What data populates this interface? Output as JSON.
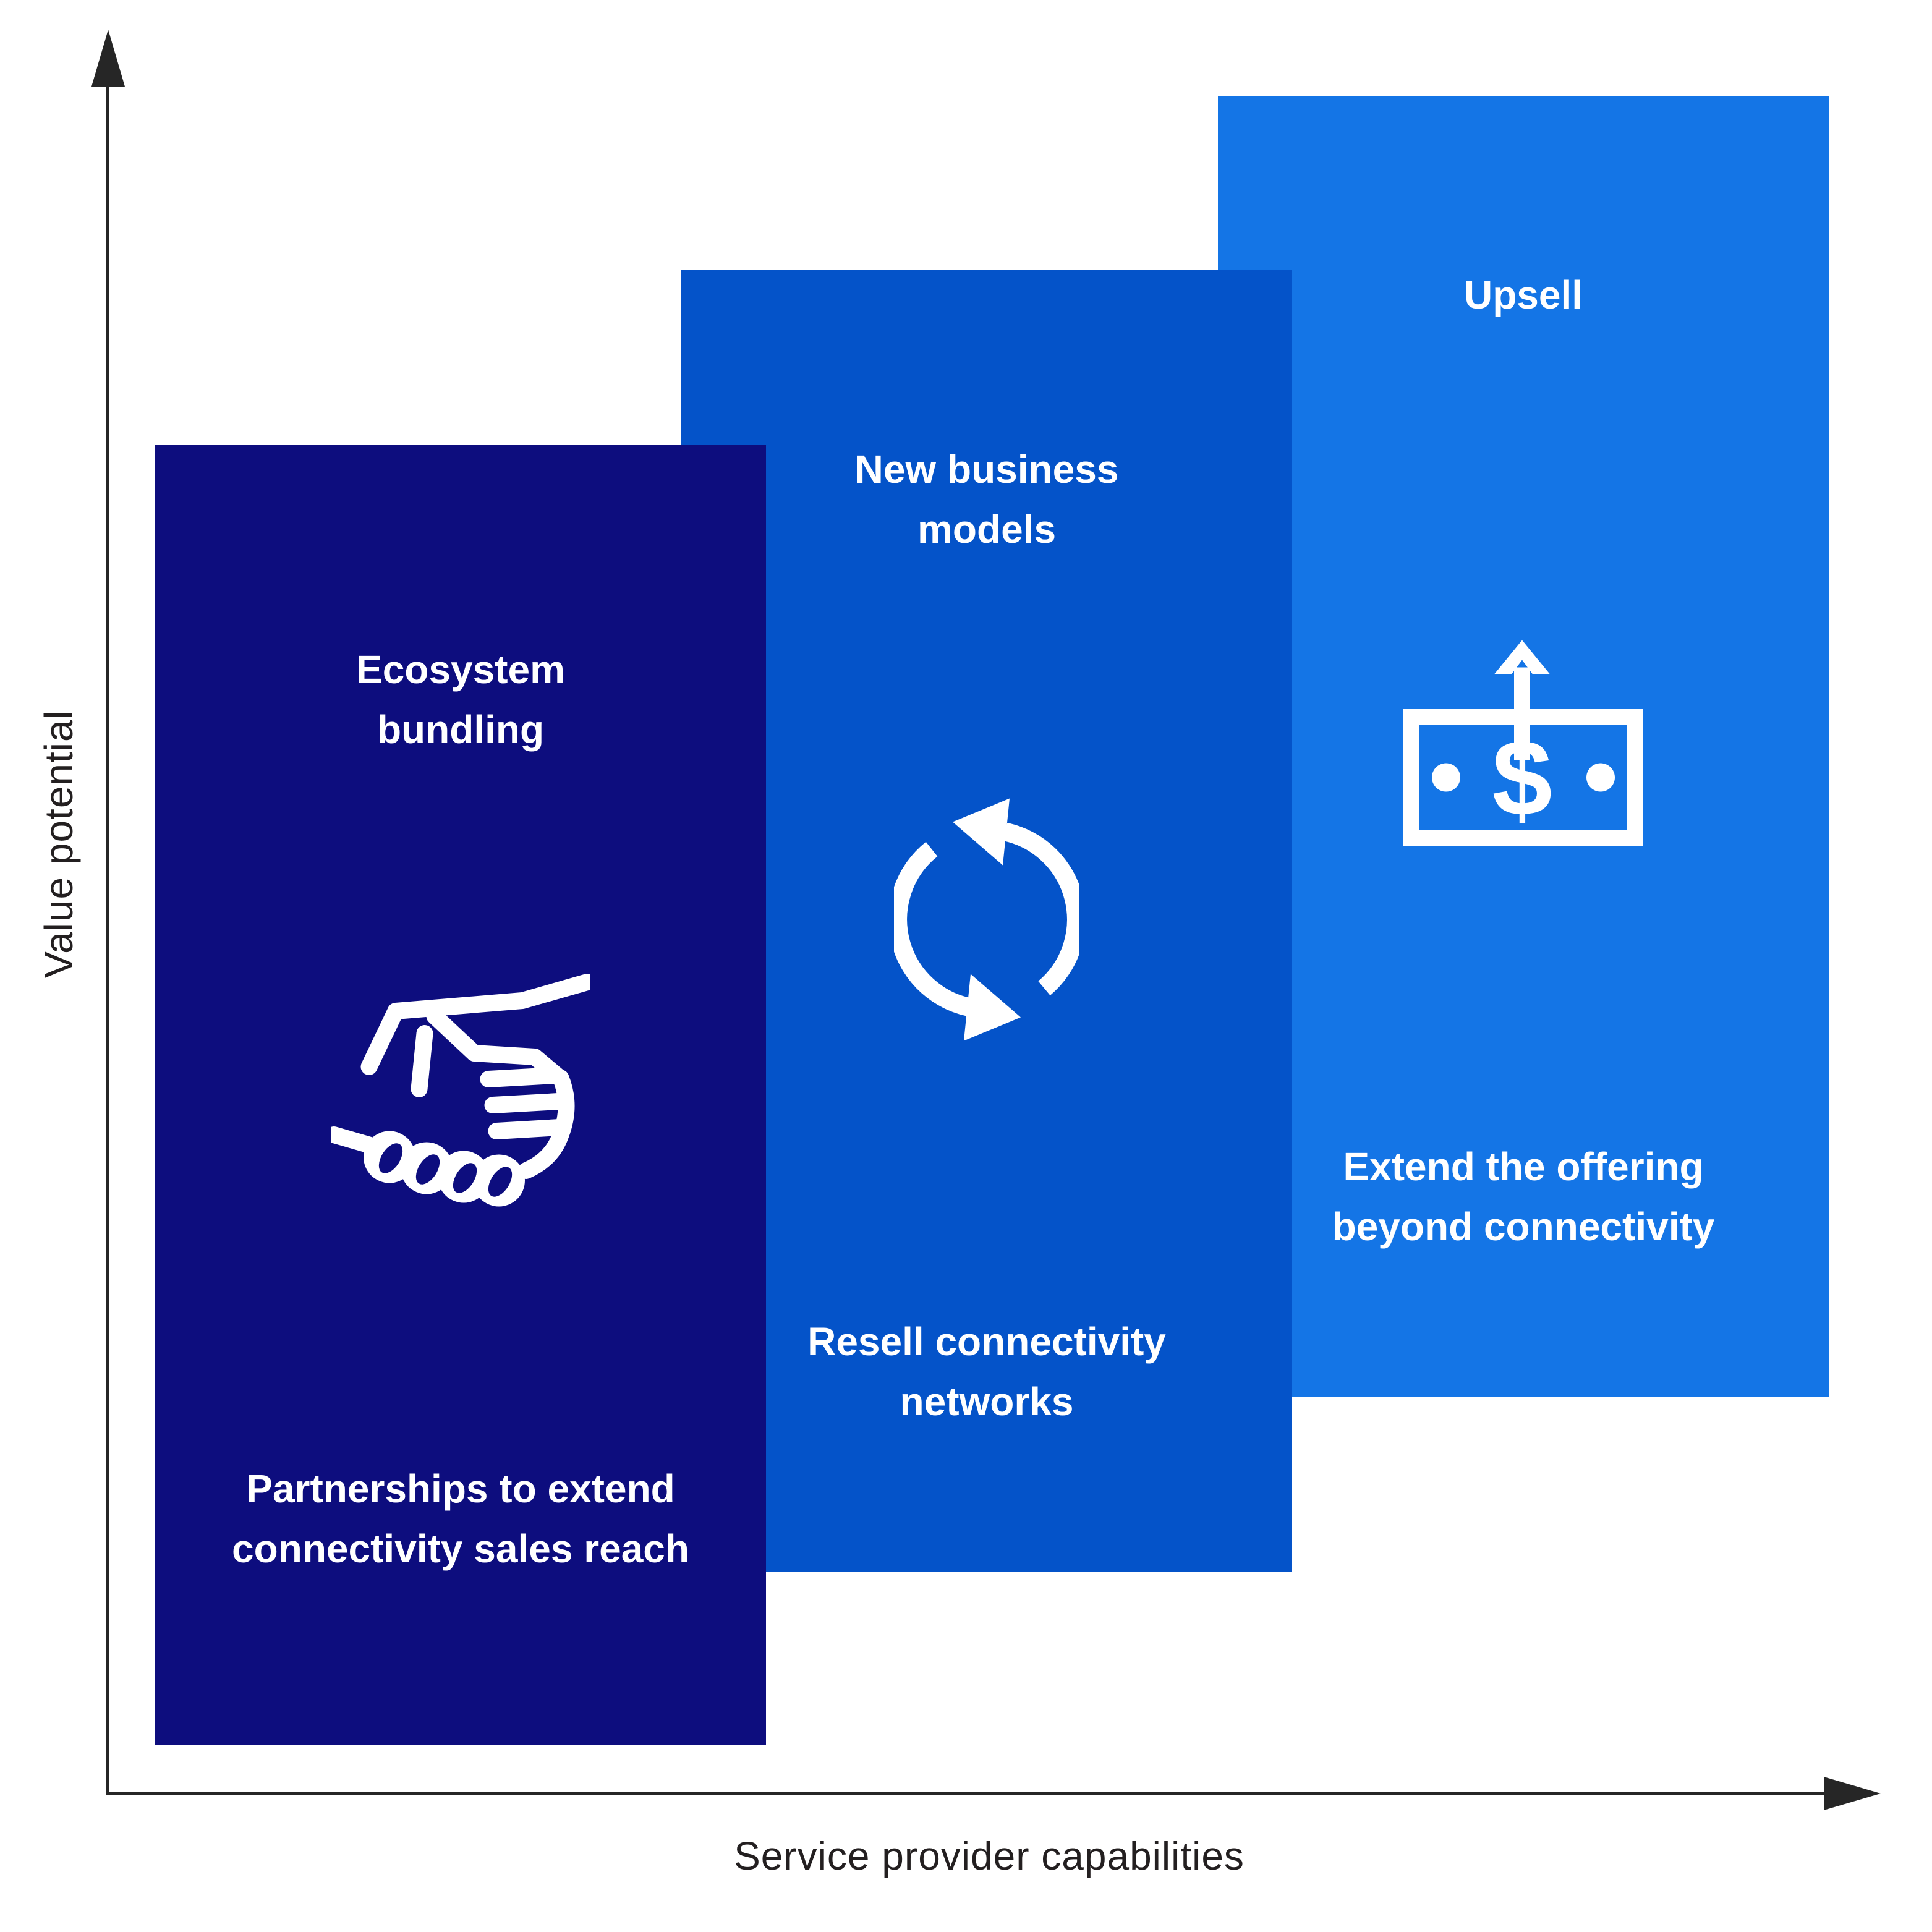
{
  "figure": {
    "background": "#ffffff",
    "axes": {
      "color": "#262626",
      "label_color": "#231f20",
      "y_label": "Value potential",
      "x_label": "Service provider capabilities"
    },
    "text_color": "#ffffff",
    "panels": [
      {
        "name": "ecosystem-bundling",
        "color": "#0d0d7e",
        "title_lines": [
          "Ecosystem",
          "bundling"
        ],
        "icon": "handshake-icon",
        "caption_lines": [
          "Partnerships to extend",
          "connectivity sales reach"
        ]
      },
      {
        "name": "new-business-models",
        "color": "#0453c9",
        "title_lines": [
          "New business",
          "models"
        ],
        "icon": "cycle-arrows-icon",
        "caption_lines": [
          "Resell connectivity",
          "networks"
        ]
      },
      {
        "name": "upsell",
        "color": "#1475e6",
        "title_lines": [
          "Upsell"
        ],
        "icon": "money-upsell-icon",
        "caption_lines": [
          "Extend the offering",
          "beyond connectivity"
        ]
      }
    ]
  }
}
